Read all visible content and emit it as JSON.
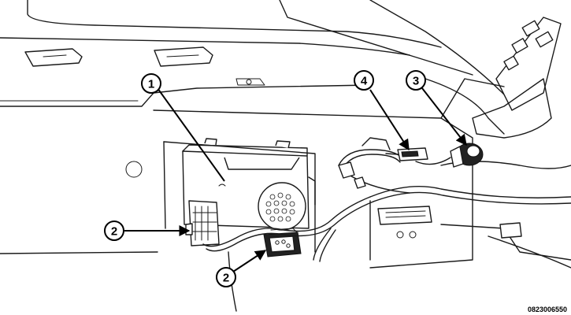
{
  "callouts": [
    {
      "id": "1",
      "label": "1"
    },
    {
      "id": "2a",
      "label": "2"
    },
    {
      "id": "2b",
      "label": "2"
    },
    {
      "id": "3",
      "label": "3"
    },
    {
      "id": "4",
      "label": "4"
    }
  ],
  "figure_code": "0823006550",
  "colors": {
    "line": "#1a1a1a",
    "shade": "#d9d9d9",
    "background": "#ffffff"
  }
}
